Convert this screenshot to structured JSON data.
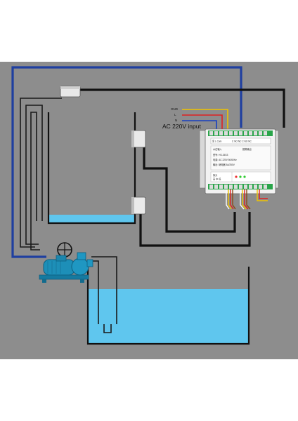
{
  "controller": {
    "terminals_power": [
      "GND",
      "L",
      "N"
    ],
    "input_label": "AC 220V input",
    "header_left": "泵  L  Com",
    "header_right": "C  NO  NC  C  NO  NC",
    "section_input": "水位输入",
    "section_output": "报警输出",
    "spec_lines": [
      "型号: HS-15G3",
      "电源: AC 220V 50/60Hz",
      "输出: 继电器 5A/250V"
    ],
    "foot_lines": [
      "探头",
      "高 中 低"
    ]
  },
  "colors": {
    "background": "#ffffff",
    "wall": "#8d8d8d",
    "water": "#5fc6ee",
    "blue_wire": "#1f3fa0",
    "black_wire": "#111111",
    "pump": "#1d8fb8"
  }
}
